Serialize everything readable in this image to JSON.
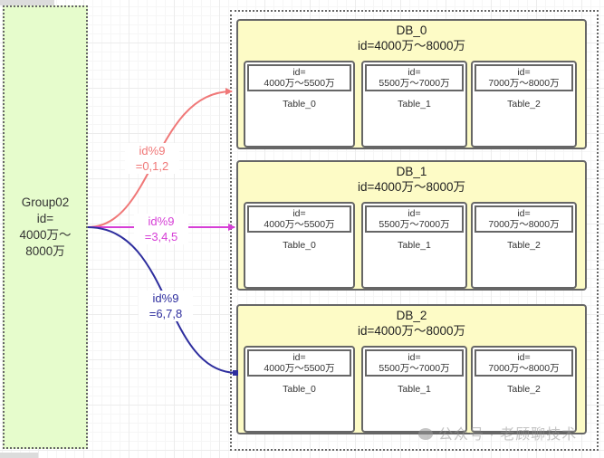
{
  "group": {
    "label": "Group02\nid=\n4000万～\n8000万",
    "color": "#e6fccc"
  },
  "routes": [
    {
      "line1": "id%9",
      "line2": "=0,1,2",
      "color": "#f07878",
      "target": "DB_0"
    },
    {
      "line1": "id%9",
      "line2": "=3,4,5",
      "color": "#d63fd6",
      "target": "DB_1"
    },
    {
      "line1": "id%9",
      "line2": "=6,7,8",
      "color": "#2e2e9e",
      "target": "DB_2"
    }
  ],
  "databases": [
    {
      "title": "DB_0",
      "range": "id=4000万～8000万",
      "tables": [
        {
          "head1": "id=",
          "head2": "4000万～5500万",
          "name": "Table_0"
        },
        {
          "head1": "id=",
          "head2": "5500万～7000万",
          "name": "Table_1"
        },
        {
          "head1": "id=",
          "head2": "7000万～8000万",
          "name": "Table_2"
        }
      ]
    },
    {
      "title": "DB_1",
      "range": "id=4000万～8000万",
      "tables": [
        {
          "head1": "id=",
          "head2": "4000万～5500万",
          "name": "Table_0"
        },
        {
          "head1": "id=",
          "head2": "5500万～7000万",
          "name": "Table_1"
        },
        {
          "head1": "id=",
          "head2": "7000万～8000万",
          "name": "Table_2"
        }
      ]
    },
    {
      "title": "DB_2",
      "range": "id=4000万～8000万",
      "tables": [
        {
          "head1": "id=",
          "head2": "4000万～5500万",
          "name": "Table_0"
        },
        {
          "head1": "id=",
          "head2": "5500万～7000万",
          "name": "Table_1"
        },
        {
          "head1": "id=",
          "head2": "7000万～8000万",
          "name": "Table_2"
        }
      ]
    }
  ],
  "colors": {
    "db_fill": "#fdfbc6",
    "border": "#666666"
  },
  "watermark": "公众号 · 老顾聊技术"
}
